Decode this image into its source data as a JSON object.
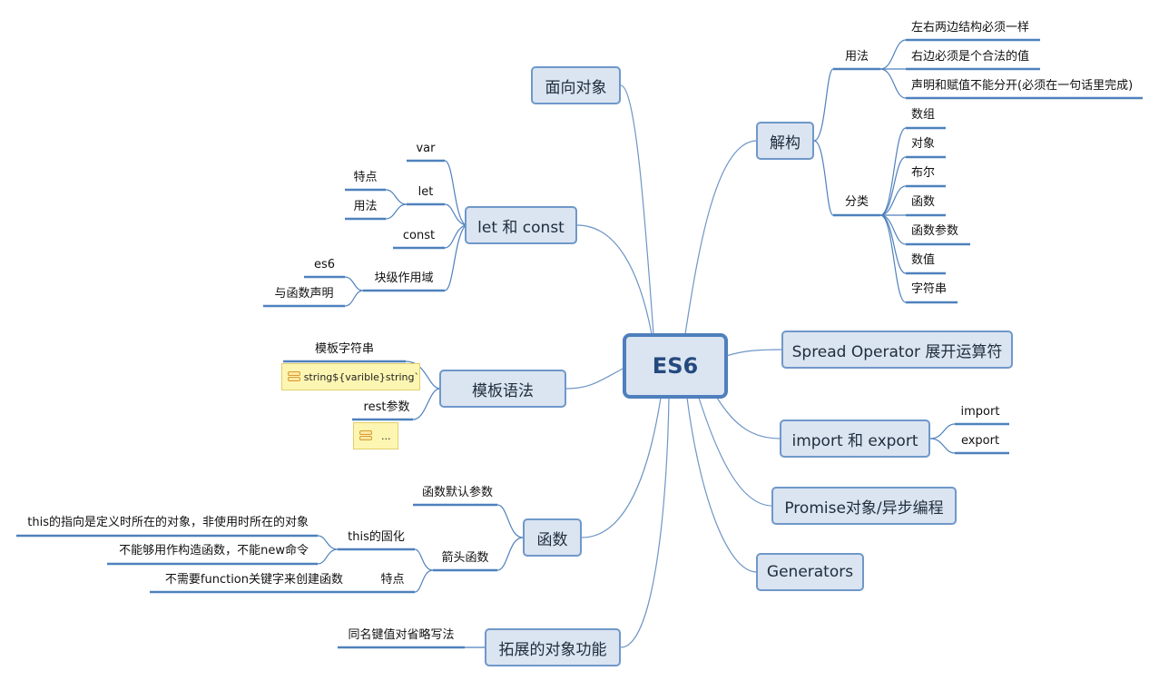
{
  "root": {
    "label": "ES6"
  },
  "topics": {
    "oop": "面向对象",
    "letconst": "let 和 const",
    "template": "模板语法",
    "func": "函数",
    "objext": "拓展的对象功能",
    "destruct": "解构",
    "spread": "Spread Operator 展开运算符",
    "impexp": "import 和 export",
    "promise": "Promise对象/异步编程",
    "generators": "Generators"
  },
  "letconst": {
    "var": "var",
    "let": "let",
    "let_feature": "特点",
    "let_usage": "用法",
    "const": "const",
    "block_scope": "块级作用域",
    "es6": "es6",
    "func_decl": "与函数声明"
  },
  "template": {
    "template_string": "模板字符串",
    "template_note": "string${varible}string`",
    "rest_params": "rest参数",
    "rest_note": "..."
  },
  "func": {
    "default_params": "函数默认参数",
    "arrow": "箭头函数",
    "this_fixed": "this的固化",
    "this_desc": "this的指向是定义时所在的对象，非使用时所在的对象",
    "no_ctor": "不能够用作构造函数，不能new命令",
    "feature": "特点",
    "feature_desc": "不需要function关键字来创建函数"
  },
  "objext": {
    "shorthand": "同名键值对省略写法"
  },
  "destruct": {
    "usage": "用法",
    "usage_items": [
      "左右两边结构必须一样",
      "右边必须是个合法的值",
      "声明和赋值不能分开(必须在一句话里完成)"
    ],
    "category": "分类",
    "category_items": [
      "数组",
      "对象",
      "布尔",
      "函数",
      "函数参数",
      "数值",
      "字符串"
    ]
  },
  "impexp": {
    "import": "import",
    "export": "export"
  },
  "colors": {
    "line": "#4f81bd",
    "topic_fill": "#dbe4f1",
    "topic_border": "#6f98c9",
    "note_fill": "#fdf6b2"
  }
}
